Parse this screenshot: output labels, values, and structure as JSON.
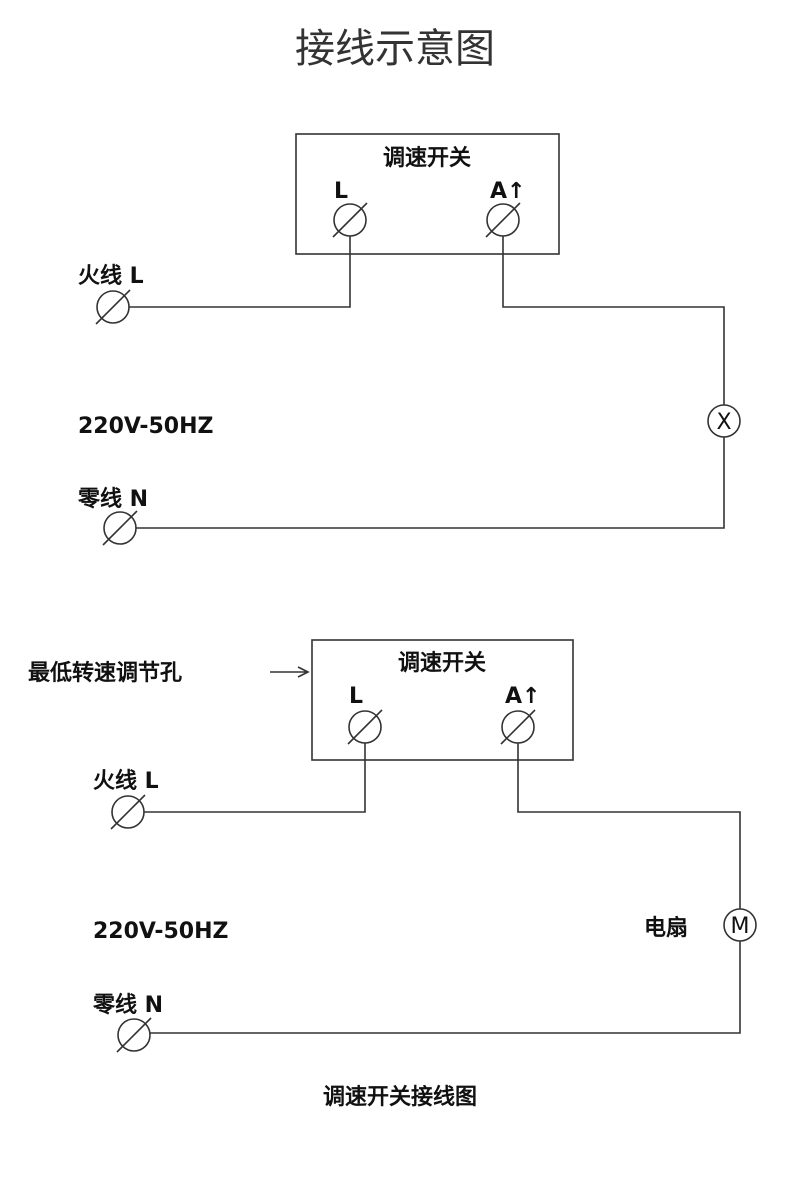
{
  "title": "接线示意图",
  "diagram1": {
    "switch_label": "调速开关",
    "terminal_l": "L",
    "terminal_a": "A↑",
    "live_label": "火线 L",
    "voltage": "220V-50HZ",
    "neutral_label": "零线 N",
    "load_symbol": "X"
  },
  "diagram2": {
    "switch_label": "调速开关",
    "terminal_l": "L",
    "terminal_a": "A↑",
    "min_speed_label": "最低转速调节孔",
    "live_label": "火线 L",
    "voltage": "220V-50HZ",
    "neutral_label": "零线 N",
    "load_label": "电扇",
    "load_symbol": "M"
  },
  "caption": "调速开关接线图"
}
